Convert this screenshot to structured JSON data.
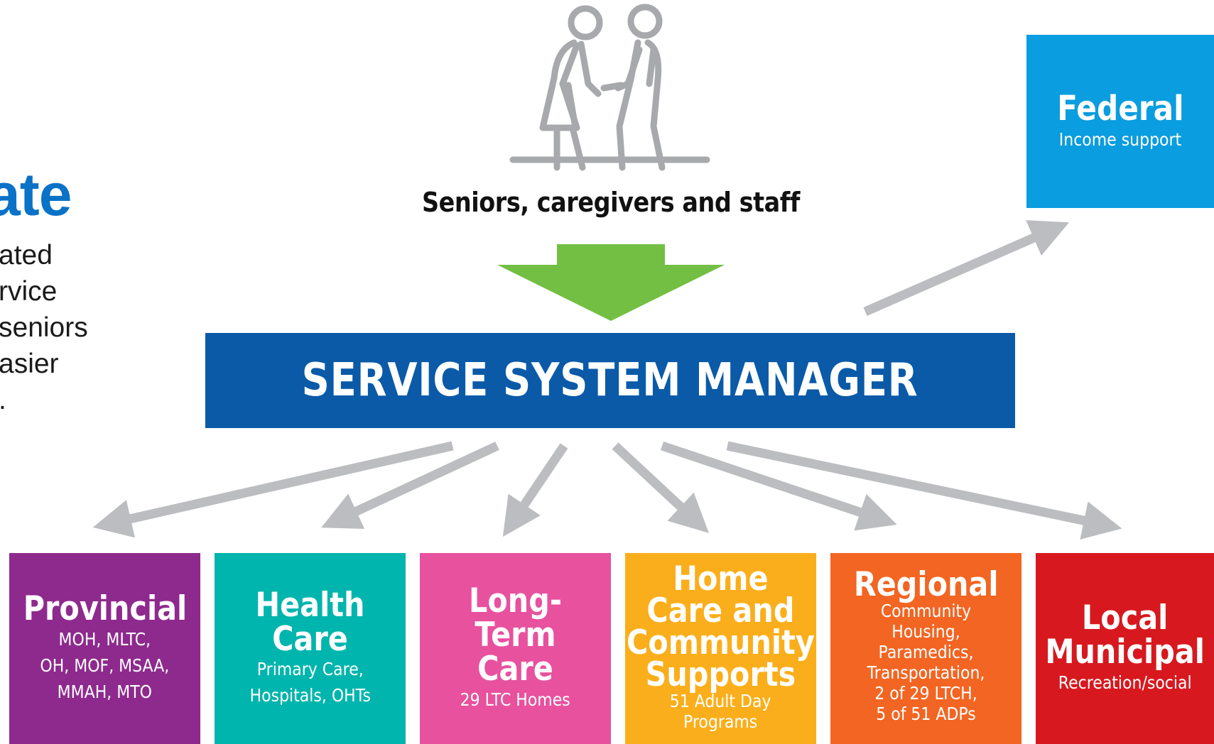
{
  "left_text": {
    "title": "ate",
    "lines": [
      "ated",
      "rvice",
      "seniors",
      "asier",
      "."
    ]
  },
  "people_caption": "Seniors, caregivers and staff",
  "people_icon": "two-people-icon",
  "service_manager": "SERVICE SYSTEM MANAGER",
  "federal": {
    "title": "Federal",
    "sub": "Income support",
    "color": "#0a9ddf"
  },
  "boxes": [
    {
      "title": "Provincial",
      "sub": "MOH, MLTC,\nOH, MOF, MSAA,\nMMAH, MTO",
      "color": "#8e2a8e"
    },
    {
      "title": "Health Care",
      "sub": "Primary Care,\nHospitals, OHTs",
      "color": "#00b5ad"
    },
    {
      "title": "Long-Term\nCare",
      "sub": "29 LTC Homes",
      "color": "#e8519e"
    },
    {
      "title": "Home\nCare and\nCommunity\nSupports",
      "sub": "51 Adult Day\nPrograms",
      "color": "#fbae1b"
    },
    {
      "title": "Regional",
      "sub": "Community Housing,\nParamedics,\nTransportation,\n2 of 29 LTCH,\n5 of 51 ADPs",
      "color": "#f26522"
    },
    {
      "title": "Local\nMunicipal",
      "sub": "Recreation/social",
      "color": "#d7191f"
    }
  ],
  "colors": {
    "ssm_bar": "#0a5aa8",
    "down_arrow": "#72bf44",
    "connector_arrows": "#bcbdc0",
    "figure_stroke": "#a7a9ac"
  }
}
